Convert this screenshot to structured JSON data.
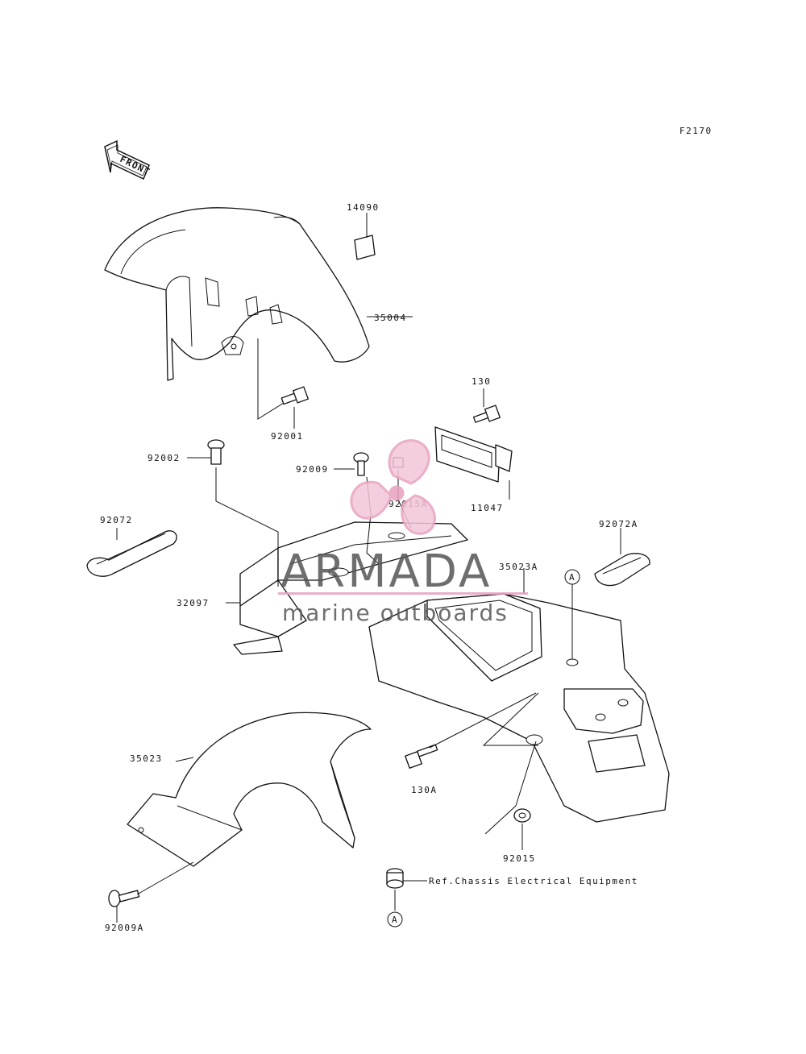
{
  "figure_code": "F2170",
  "front_arrow": {
    "label": "FRONT"
  },
  "parts": [
    {
      "key": "p14090",
      "number": "14090",
      "name": "tag"
    },
    {
      "key": "p35004",
      "number": "35004",
      "name": "front fender"
    },
    {
      "key": "p130",
      "number": "130",
      "name": "bolt"
    },
    {
      "key": "p92001",
      "number": "92001",
      "name": "bolt"
    },
    {
      "key": "p92002",
      "number": "92002",
      "name": "bolt"
    },
    {
      "key": "p92009",
      "number": "92009",
      "name": "screw"
    },
    {
      "key": "p92015A",
      "number": "92015A",
      "name": "nut"
    },
    {
      "key": "p11047",
      "number": "11047",
      "name": "bracket"
    },
    {
      "key": "p92072",
      "number": "92072",
      "name": "band"
    },
    {
      "key": "p92072A",
      "number": "92072A",
      "name": "band"
    },
    {
      "key": "p35023A",
      "number": "35023A",
      "name": "rear fender"
    },
    {
      "key": "p32097",
      "number": "32097",
      "name": "case"
    },
    {
      "key": "p35023",
      "number": "35023",
      "name": "rear fender"
    },
    {
      "key": "p130A",
      "number": "130A",
      "name": "bolt"
    },
    {
      "key": "p92015",
      "number": "92015",
      "name": "grommet"
    },
    {
      "key": "p92009A",
      "number": "92009A",
      "name": "screw"
    }
  ],
  "labels": {
    "p14090": "14090",
    "p35004": "35004",
    "p130": "130",
    "p92001": "92001",
    "p92002": "92002",
    "p92009": "92009",
    "p92015A": "92015A",
    "p11047": "11047",
    "p92072": "92072",
    "p92072A": "92072A",
    "p35023A": "35023A",
    "p32097": "32097",
    "p35023": "35023",
    "p130A": "130A",
    "p92015": "92015",
    "p92009A": "92009A"
  },
  "reference_marker": "A",
  "reference_note": "Ref.Chassis Electrical Equipment",
  "watermark": {
    "brand": "ARMADA",
    "tagline": "marine outboards",
    "accent_color": "#e8a0c0"
  }
}
